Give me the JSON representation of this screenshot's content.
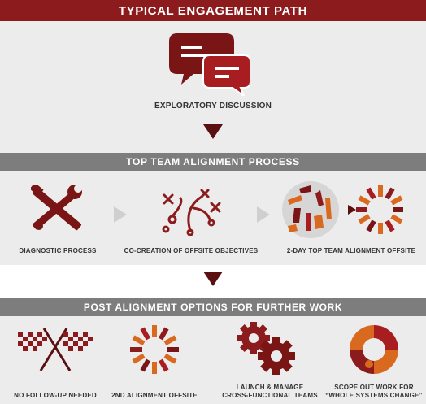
{
  "title": "TYPICAL ENGAGEMENT PATH",
  "stage1": {
    "label": "EXPLORATORY DISCUSSION",
    "icon": "chat-bubbles-icon"
  },
  "stage2": {
    "title": "TOP TEAM ALIGNMENT PROCESS",
    "steps": [
      {
        "label": "DIAGNOSTIC PROCESS",
        "icon": "tools-icon"
      },
      {
        "label": "CO-CREATION OF OFFSITE OBJECTIVES",
        "icon": "play-diagram-icon"
      },
      {
        "label": "2-DAY TOP TEAM ALIGNMENT OFFSITE",
        "icon": "alignment-burst-icon"
      }
    ]
  },
  "stage3": {
    "title": "POST ALIGNMENT OPTIONS FOR FURTHER WORK",
    "options": [
      {
        "label": "NO FOLLOW-UP NEEDED",
        "icon": "checkered-flags-icon"
      },
      {
        "label": "2ND ALIGNMENT OFFSITE",
        "icon": "burst-icon"
      },
      {
        "label_line1": "LAUNCH & MANAGE",
        "label_line2": "CROSS-FUNCTIONAL TEAMS",
        "icon": "gears-icon"
      },
      {
        "label_line1": "SCOPE OUT WORK FOR",
        "label_line2": "“WHOLE SYSTEMS CHANGE”",
        "icon": "puzzle-ring-icon"
      }
    ]
  },
  "colors": {
    "maroon": "#8b1b1c",
    "dark_red": "#5a0f10",
    "orange": "#d9691e",
    "grey_banner": "#7d7d7d",
    "panel": "#ececec"
  }
}
